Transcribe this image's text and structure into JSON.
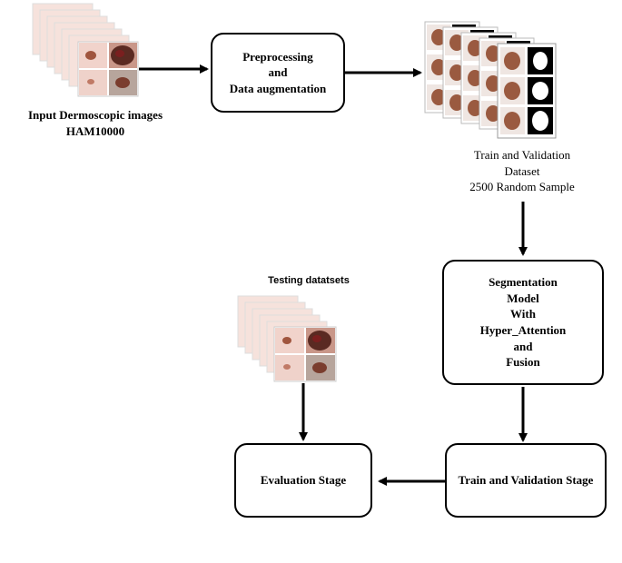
{
  "nodes": {
    "input_caption": "Input Dermoscopic images\nHAM10000",
    "preprocessing": "Preprocessing\nand\nData augmentation",
    "dataset_caption": "Train and Validation\nDataset\n2500 Random Sample",
    "segmentation": "Segmentation\nModel\nWith\nHyper_Attention\nand\nFusion",
    "testing_caption": "Testing datatsets",
    "train_validation": "Train and Validation Stage",
    "evaluation": "Evaluation   Stage"
  },
  "colors": {
    "line": "#000000",
    "skin_light": "#f3dcd6",
    "skin_mid": "#e6b6a8",
    "lesion_dark": "#5a2a22",
    "lesion_mid": "#a0553e",
    "lesion_red": "#7a1f1f",
    "mask_black": "#000000",
    "mask_white": "#ffffff"
  }
}
